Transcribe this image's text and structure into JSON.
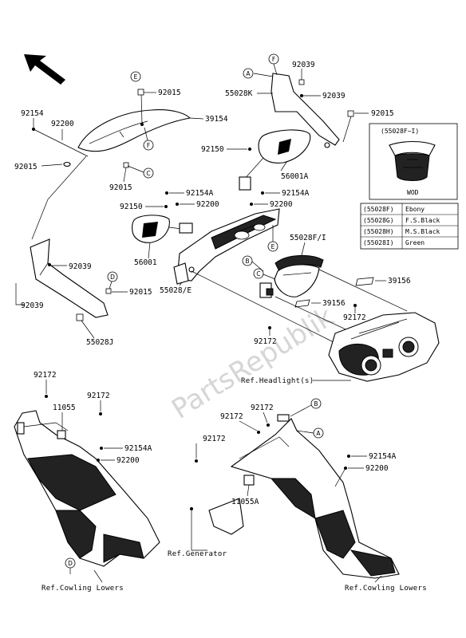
{
  "watermark": "PartsRepublik",
  "variant_box": {
    "title": "(55028F~I)",
    "caption": "WOD"
  },
  "color_table": [
    {
      "code": "(55028F)",
      "color": "Ebony"
    },
    {
      "code": "(55028G)",
      "color": "F.S.Black"
    },
    {
      "code": "(55028H)",
      "color": "M.S.Black"
    },
    {
      "code": "(55028I)",
      "color": "Green"
    }
  ],
  "labels": {
    "l92015a": "92015",
    "l39154": "39154",
    "l92154a": "92154",
    "l92200a": "92200",
    "l92015b": "92015",
    "l92015c": "92015",
    "l92039a": "92039",
    "l55028k": "55028K",
    "l92039b": "92039",
    "l92015d": "92015",
    "l92150a": "92150",
    "l56001a": "56001A",
    "l92154Aa": "92154A",
    "l92154Ab": "92154A",
    "l92200b": "92200",
    "l92200c": "92200",
    "l92150b": "92150",
    "l56001": "56001",
    "l55028fi": "55028F/I",
    "l92039c": "92039",
    "l92039d": "92039",
    "l92015e": "92015",
    "l55028j": "55028J",
    "l55028e": "55028/E",
    "l39156a": "39156",
    "l39156b": "39156",
    "l92172a": "92172",
    "l92172b": "92172",
    "l92172c": "92172",
    "l92172d": "92172",
    "l11055": "11055",
    "l92172e": "92172",
    "l92154Ac": "92154A",
    "l92200d": "92200",
    "l92172f": "92172",
    "l92172g": "92172",
    "l92154Ad": "92154A",
    "l92200e": "92200",
    "l11055a": "11055A"
  },
  "refs": {
    "headlight": "Ref.Headlight(s)",
    "generator": "Ref.Generator",
    "cowling_left": "Ref.Cowling Lowers",
    "cowling_right": "Ref.Cowling Lowers"
  },
  "callouts": {
    "A1": "A",
    "A2": "A",
    "B1": "B",
    "B2": "B",
    "C1": "C",
    "C2": "C",
    "D1": "D",
    "D2": "D",
    "E1": "E",
    "E2": "E",
    "F1": "F",
    "F2": "F"
  }
}
